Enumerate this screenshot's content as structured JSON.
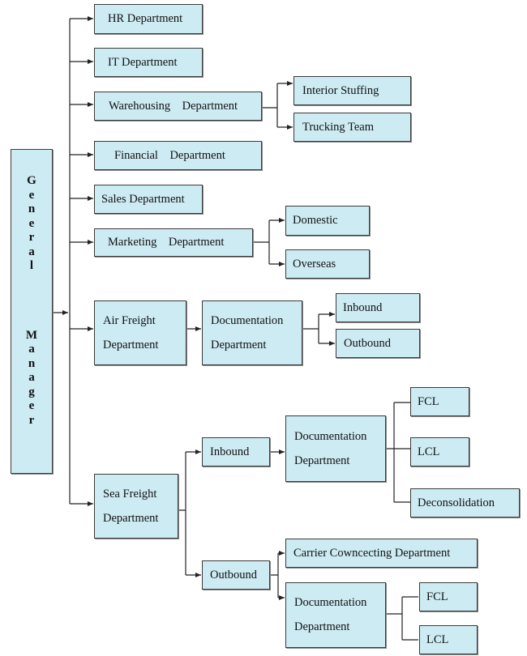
{
  "diagram": {
    "root": {
      "label": "General Manager",
      "words": [
        "General",
        "Manager"
      ]
    },
    "nodes": {
      "hr": "HR Department",
      "it": "IT Department",
      "warehousing": "Warehousing    Department",
      "interior_stuffing": "Interior Stuffing",
      "trucking_team": "Trucking Team",
      "financial": "Financial    Department",
      "sales": "Sales Department",
      "marketing": "Marketing    Department",
      "domestic": "Domestic",
      "overseas": "Overseas",
      "air_freight": [
        "Air Freight",
        "Department"
      ],
      "air_documentation": [
        "Documentation",
        "Department"
      ],
      "air_inbound": "Inbound",
      "air_outbound": "Outbound",
      "sea_freight": [
        "Sea Freight",
        "Department"
      ],
      "sea_inbound": "Inbound",
      "sea_inbound_documentation": [
        "Documentation",
        "Department"
      ],
      "sea_inbound_fcl": "FCL",
      "sea_inbound_lcl": "LCL",
      "deconsolidation": "Deconsolidation",
      "sea_outbound": "Outbound",
      "carrier_connecting": "Carrier Cowncecting Department",
      "sea_outbound_documentation": [
        "Documentation",
        "Department"
      ],
      "sea_outbound_fcl": "FCL",
      "sea_outbound_lcl": "LCL"
    },
    "colors": {
      "box_fill": "#cdebf3",
      "box_border": "#3a3a3a",
      "line": "#222222"
    }
  }
}
